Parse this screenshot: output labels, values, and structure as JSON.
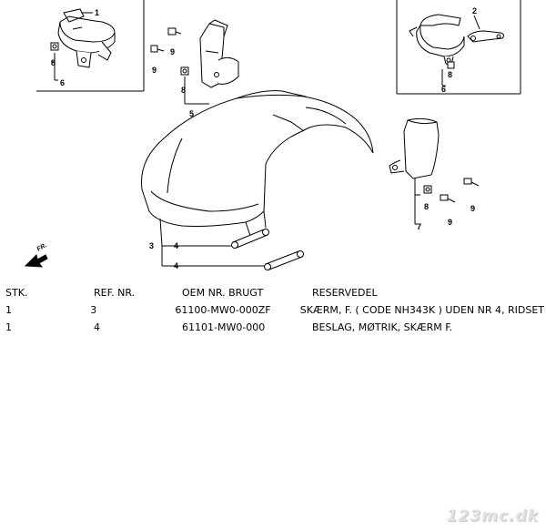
{
  "diagram": {
    "callouts": {
      "c1": "1",
      "c2": "2",
      "c3": "3",
      "c4a": "4",
      "c4b": "4",
      "c5": "5",
      "c6a": "6",
      "c6b": "6",
      "c7": "7",
      "c8a": "8",
      "c8b": "8",
      "c8c": "8",
      "c8d": "8",
      "c9a": "9",
      "c9b": "9",
      "c9c": "9",
      "c9d": "9"
    },
    "direction_label": "FR."
  },
  "table": {
    "headers": [
      "STK.",
      "REF. NR.",
      "OEM NR. BRUGT",
      "RESERVEDEL"
    ],
    "rows": [
      [
        "1",
        "3",
        "61100-MW0-000ZF",
        "SKÆRM, F. ( CODE NH343K ) UDEN NR 4, RIDSET"
      ],
      [
        "1",
        "4",
        "61101-MW0-000",
        "BESLAG, MØTRIK, SKÆRM F."
      ]
    ]
  },
  "watermark": "123mc.dk"
}
